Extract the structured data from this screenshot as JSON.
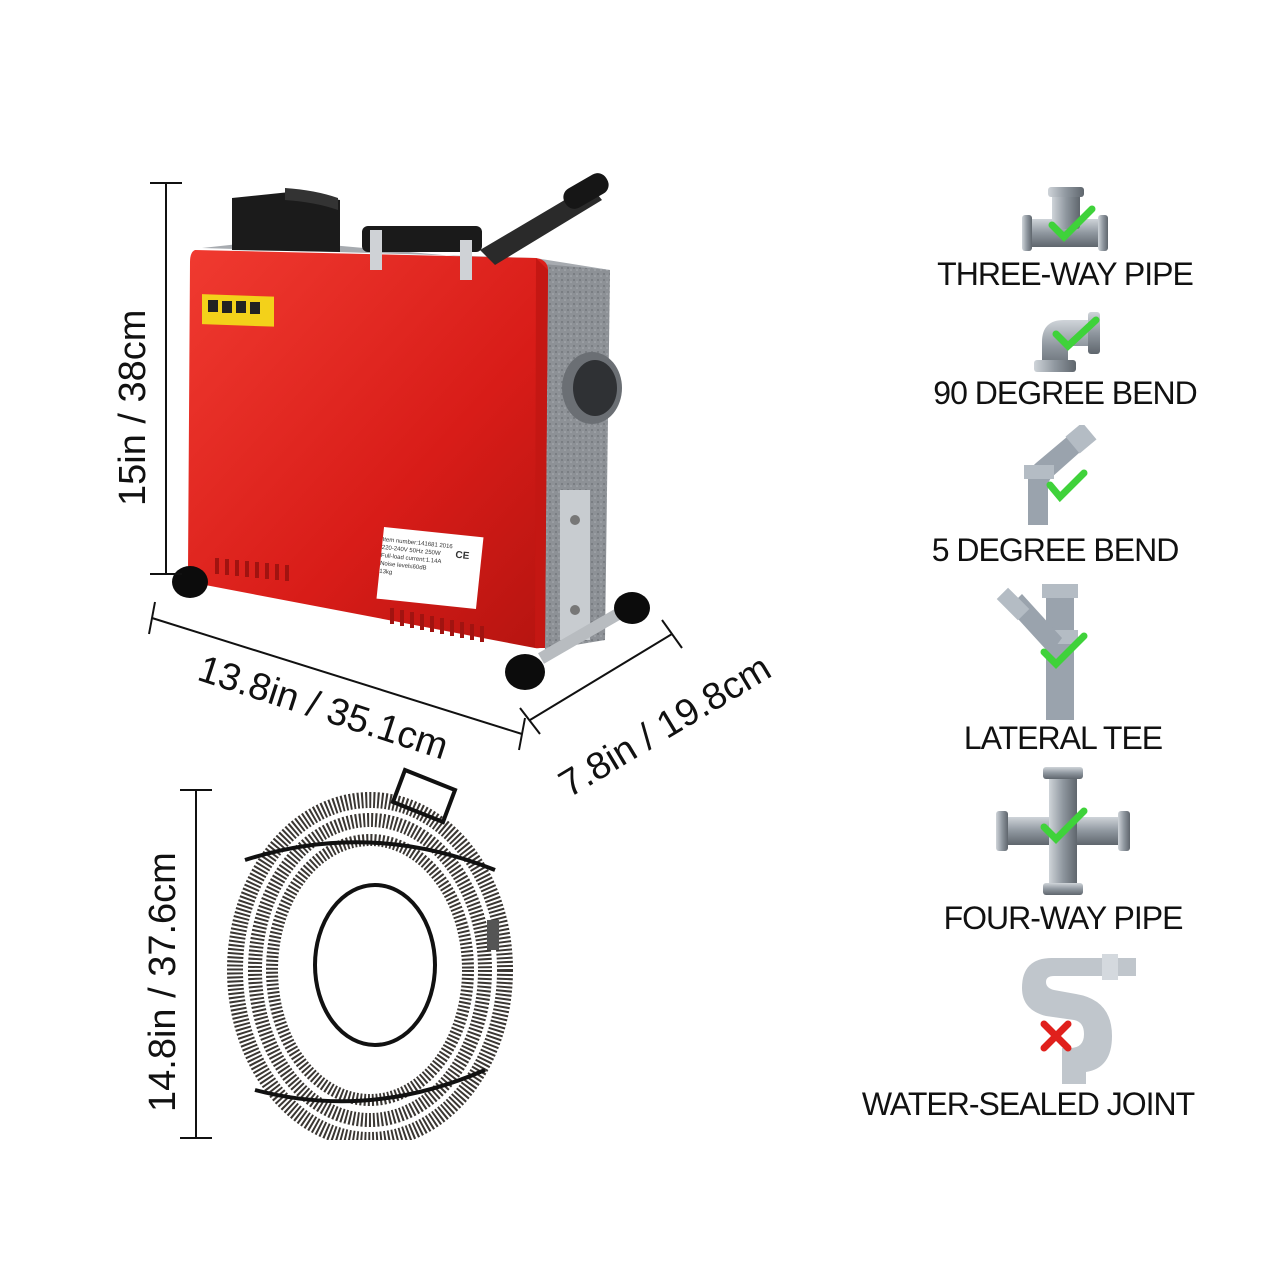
{
  "dimensions": {
    "height_machine": "15in / 38cm",
    "width_machine": "13.8in / 35.1cm",
    "depth_machine": "7.8in / 19.8cm",
    "height_cable": "14.8in / 37.6cm"
  },
  "machine_label": {
    "line1": "Item number:141681   2016",
    "line2": "220-240V  50Hz  250W",
    "line3": "Full-load current:1.14A",
    "line4": "Noise level≤60dB",
    "line5": "13kg",
    "mark": "CE"
  },
  "pipes": [
    {
      "label": "THREE-WAY PIPE",
      "status": "check"
    },
    {
      "label": "90 DEGREE BEND",
      "status": "check"
    },
    {
      "label": "5 DEGREE BEND",
      "status": "check"
    },
    {
      "label": "LATERAL TEE",
      "status": "check"
    },
    {
      "label": "FOUR-WAY PIPE",
      "status": "check"
    },
    {
      "label": "WATER-SEALED JOINT",
      "status": "cross"
    }
  ],
  "colors": {
    "machine_red": "#e0201c",
    "check_green": "#3fd23a",
    "cross_red": "#e0201c",
    "pipe_gray": "#9aa3ad"
  }
}
